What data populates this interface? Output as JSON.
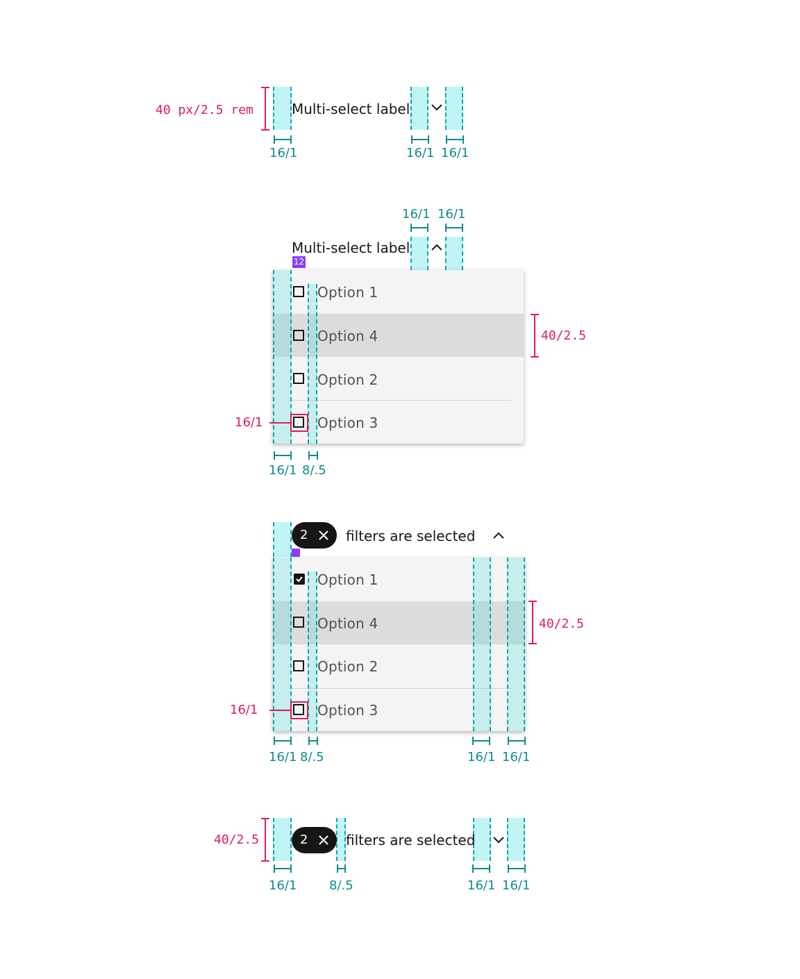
{
  "section1": {
    "height_label": "40 px/2.5 rem",
    "field_label": "Multi-select label",
    "spacing_labels": [
      "16/1",
      "16/1",
      "16/1"
    ],
    "caret": "chevron-down-icon"
  },
  "section2": {
    "field_label": "Multi-select label",
    "gap_badge": "12",
    "top_spacing_labels": [
      "16/1",
      "16/1"
    ],
    "options": [
      "Option 1",
      "Option 4",
      "Option 2",
      "Option 3"
    ],
    "row_height_label": "40/2.5",
    "checkbox_size_label": "16/1",
    "bottom_spacing_labels": [
      "16/1",
      "8/.5"
    ],
    "caret": "chevron-up-icon"
  },
  "section3": {
    "tag_count": "2",
    "field_label": "filters are selected",
    "options": [
      "Option 1",
      "Option 4",
      "Option 2",
      "Option 3"
    ],
    "checked": [
      true,
      false,
      false,
      false
    ],
    "row_height_label": "40/2.5",
    "checkbox_size_label": "16/1",
    "bottom_spacing_labels": [
      "16/1",
      "8/.5",
      "16/1",
      "16/1"
    ],
    "caret": "chevron-up-icon"
  },
  "section4": {
    "height_label": "40/2.5",
    "tag_count": "2",
    "field_label": "filters are selected",
    "spacing_labels": [
      "16/1",
      "8/.5",
      "16/1",
      "16/1"
    ],
    "caret": "chevron-down-icon"
  },
  "colors": {
    "spacing_fill": "#c1f5f5",
    "spacing_border": "#11a3a8",
    "redline": "#da1e5b",
    "badge": "#8a3ffc",
    "menu_bg": "#f4f4f4",
    "hover_bg": "#dcdcdc"
  }
}
